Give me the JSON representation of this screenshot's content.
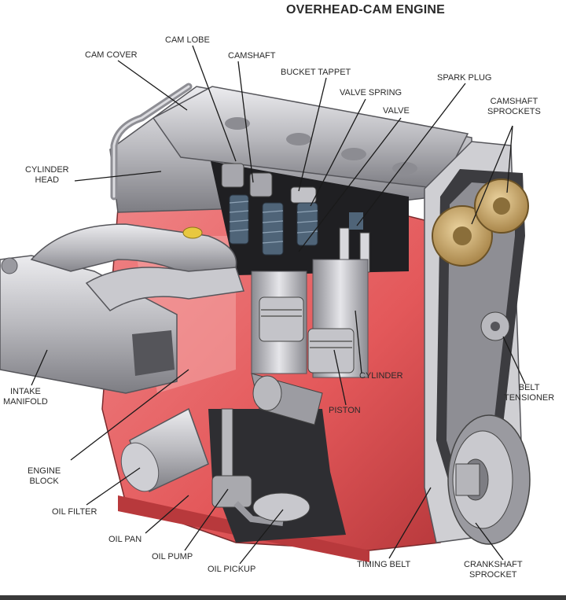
{
  "title": "OVERHEAD-CAM ENGINE",
  "labels": {
    "cam_cover": "CAM COVER",
    "cam_lobe": "CAM LOBE",
    "camshaft": "CAMSHAFT",
    "bucket_tappet": "BUCKET TAPPET",
    "spark_plug": "SPARK PLUG",
    "valve_spring": "VALVE SPRING",
    "valve": "VALVE",
    "camshaft_sprockets_1": "CAMSHAFT",
    "camshaft_sprockets_2": "SPROCKETS",
    "cylinder_head_1": "CYLINDER",
    "cylinder_head_2": "HEAD",
    "intake_manifold_1": "INTAKE",
    "intake_manifold_2": "MANIFOLD",
    "cylinder": "CYLINDER",
    "belt_tensioner_1": "BELT",
    "belt_tensioner_2": "TENSIONER",
    "piston": "PISTON",
    "engine_block_1": "ENGINE",
    "engine_block_2": "BLOCK",
    "oil_filter": "OIL FILTER",
    "oil_pan": "OIL PAN",
    "oil_pump": "OIL PUMP",
    "oil_pickup": "OIL PICKUP",
    "timing_belt": "TIMING BELT",
    "crankshaft_sprocket_1": "CRANKSHAFT",
    "crankshaft_sprocket_2": "SPROCKET"
  },
  "colors": {
    "block_red": "#e3585a",
    "block_shadow": "#b8393c",
    "metal_light": "#d9d9dc",
    "metal_mid": "#a9a9ae",
    "metal_dark": "#6f6f75",
    "sprocket_gold": "#c9a86b",
    "spring_blue": "#4f6478",
    "belt_dark": "#3c3c40",
    "plug_yellow": "#e8c840"
  }
}
